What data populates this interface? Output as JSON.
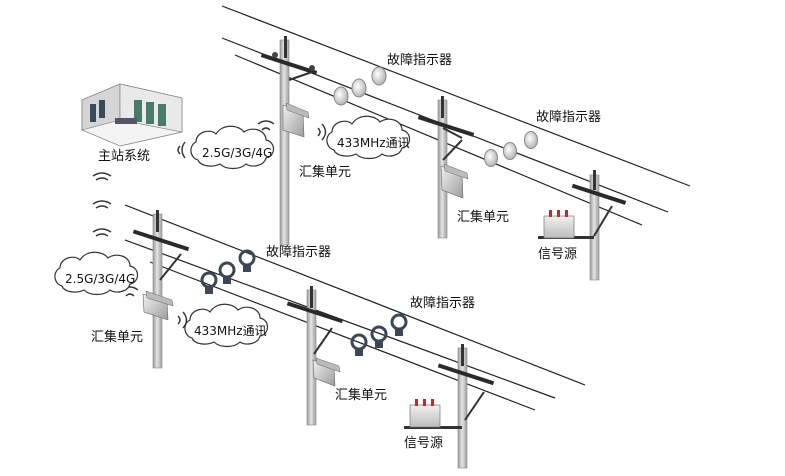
{
  "labels": {
    "master_station": "主站系统",
    "fault_indicator": "故障指示器",
    "aggregation_unit": "汇集单元",
    "signal_source": "信号源",
    "cellular": "2.5G/3G/4G",
    "rf_433": "433MHz通讯"
  },
  "colors": {
    "line": "#222222",
    "pole": "#c9c9c9",
    "pole_edge": "#8a8a8a",
    "crossarm": "#2a2a2a",
    "indicator_body": "#dcdcdc",
    "indicator_dark": "#3c4654",
    "panel": "#d8d8d8",
    "signal_box": "#e3e3e3",
    "wave": "#333333"
  }
}
